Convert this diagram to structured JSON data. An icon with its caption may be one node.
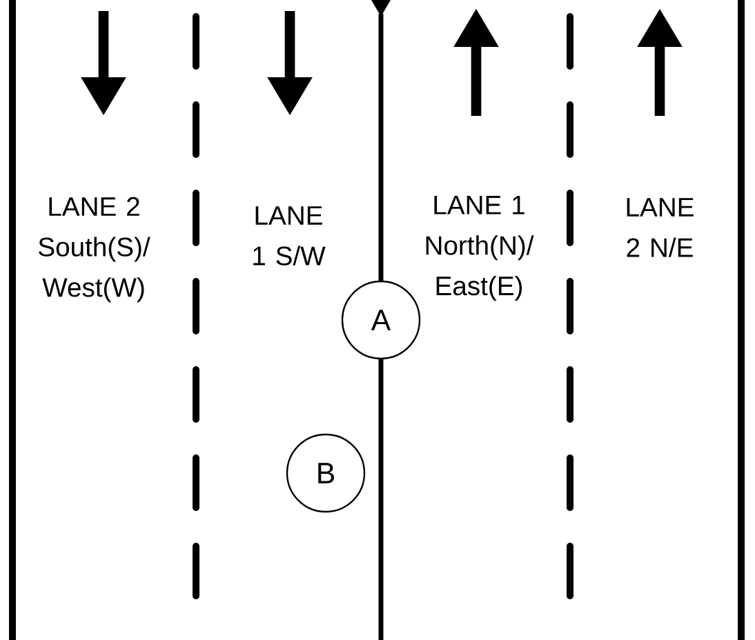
{
  "diagram": {
    "nodes": [
      {
        "text": [
          "A"
        ]
      },
      {
        "text": [
          "B"
        ]
      }
    ],
    "labels": [
      "LANE 2 South(S)/ West(W)",
      "LANE 1 S/W",
      "LANE 1 North(N)/ East(E)",
      "LANE 2 N/E"
    ]
  }
}
